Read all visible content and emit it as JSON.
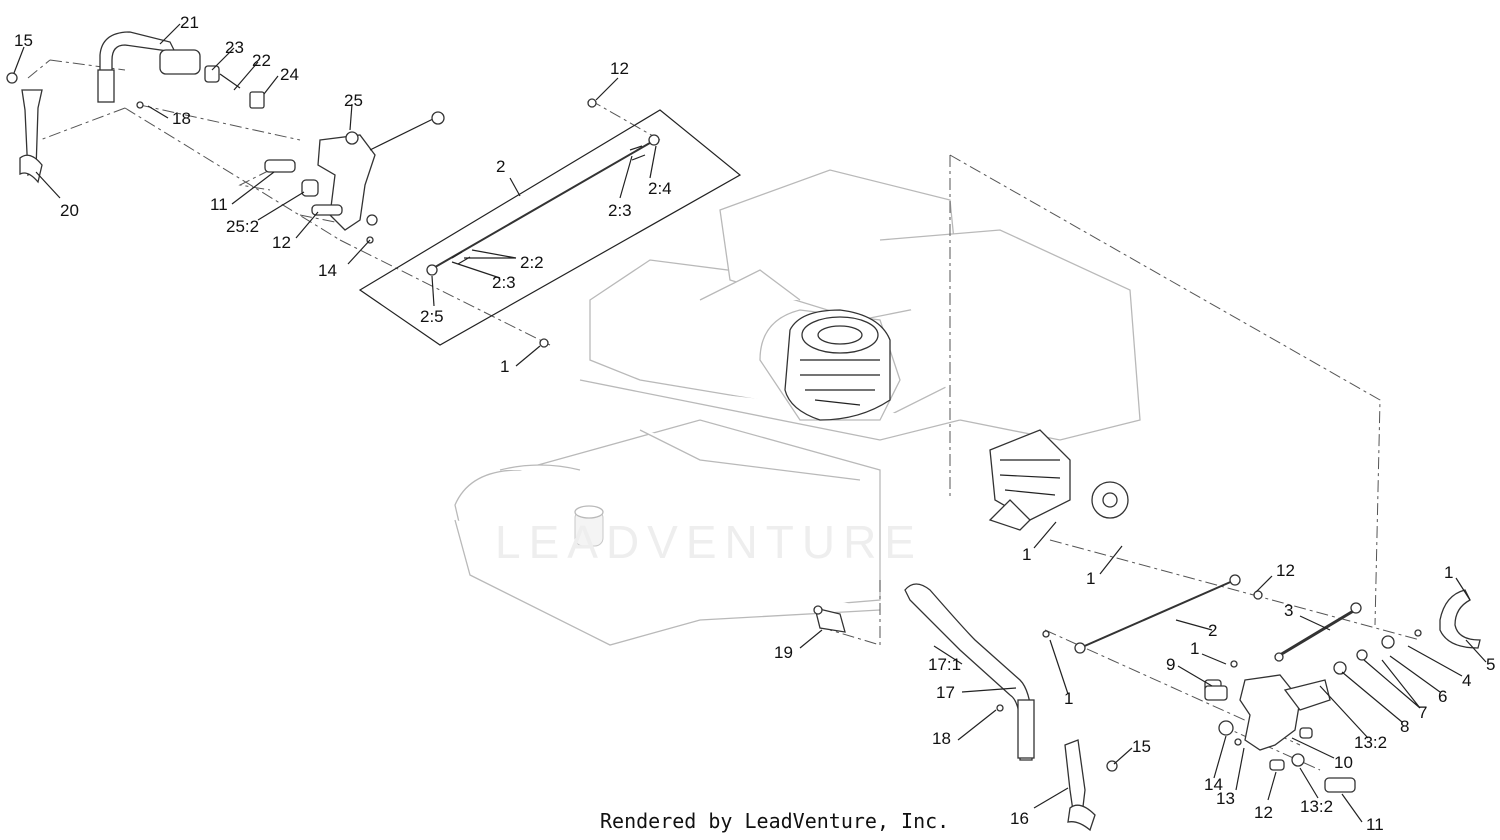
{
  "callouts": [
    {
      "id": "c15a",
      "text": "15"
    },
    {
      "id": "c21",
      "text": "21"
    },
    {
      "id": "c23",
      "text": "23"
    },
    {
      "id": "c22",
      "text": "22"
    },
    {
      "id": "c24",
      "text": "24"
    },
    {
      "id": "c18a",
      "text": "18"
    },
    {
      "id": "c20",
      "text": "20"
    },
    {
      "id": "c25",
      "text": "25"
    },
    {
      "id": "c11a",
      "text": "11"
    },
    {
      "id": "c25_2",
      "text": "25:2"
    },
    {
      "id": "c12a",
      "text": "12"
    },
    {
      "id": "c14a",
      "text": "14"
    },
    {
      "id": "c12b",
      "text": "12"
    },
    {
      "id": "c2a",
      "text": "2"
    },
    {
      "id": "c2_4",
      "text": "2:4"
    },
    {
      "id": "c2_3a",
      "text": "2:3"
    },
    {
      "id": "c2_2",
      "text": "2:2"
    },
    {
      "id": "c2_3b",
      "text": "2:3"
    },
    {
      "id": "c2_5",
      "text": "2:5"
    },
    {
      "id": "c1a",
      "text": "1"
    },
    {
      "id": "c1b",
      "text": "1"
    },
    {
      "id": "c1c",
      "text": "1"
    },
    {
      "id": "c12c",
      "text": "12"
    },
    {
      "id": "c1d",
      "text": "1"
    },
    {
      "id": "c3",
      "text": "3"
    },
    {
      "id": "c2b",
      "text": "2"
    },
    {
      "id": "c5",
      "text": "5"
    },
    {
      "id": "c4",
      "text": "4"
    },
    {
      "id": "c6",
      "text": "6"
    },
    {
      "id": "c7",
      "text": "7"
    },
    {
      "id": "c8",
      "text": "8"
    },
    {
      "id": "c13_2a",
      "text": "13:2"
    },
    {
      "id": "c10",
      "text": "10"
    },
    {
      "id": "c9",
      "text": "9"
    },
    {
      "id": "c1e",
      "text": "1"
    },
    {
      "id": "c19",
      "text": "19"
    },
    {
      "id": "c17_1",
      "text": "17:1"
    },
    {
      "id": "c17",
      "text": "17"
    },
    {
      "id": "c1f",
      "text": "1"
    },
    {
      "id": "c18b",
      "text": "18"
    },
    {
      "id": "c15b",
      "text": "15"
    },
    {
      "id": "c14b",
      "text": "14"
    },
    {
      "id": "c13",
      "text": "13"
    },
    {
      "id": "c12d",
      "text": "12"
    },
    {
      "id": "c13_2b",
      "text": "13:2"
    },
    {
      "id": "c11b",
      "text": "11"
    },
    {
      "id": "c16",
      "text": "16"
    }
  ],
  "watermark": "LEADVENTURE",
  "footer": "Rendered by LeadVenture, Inc."
}
